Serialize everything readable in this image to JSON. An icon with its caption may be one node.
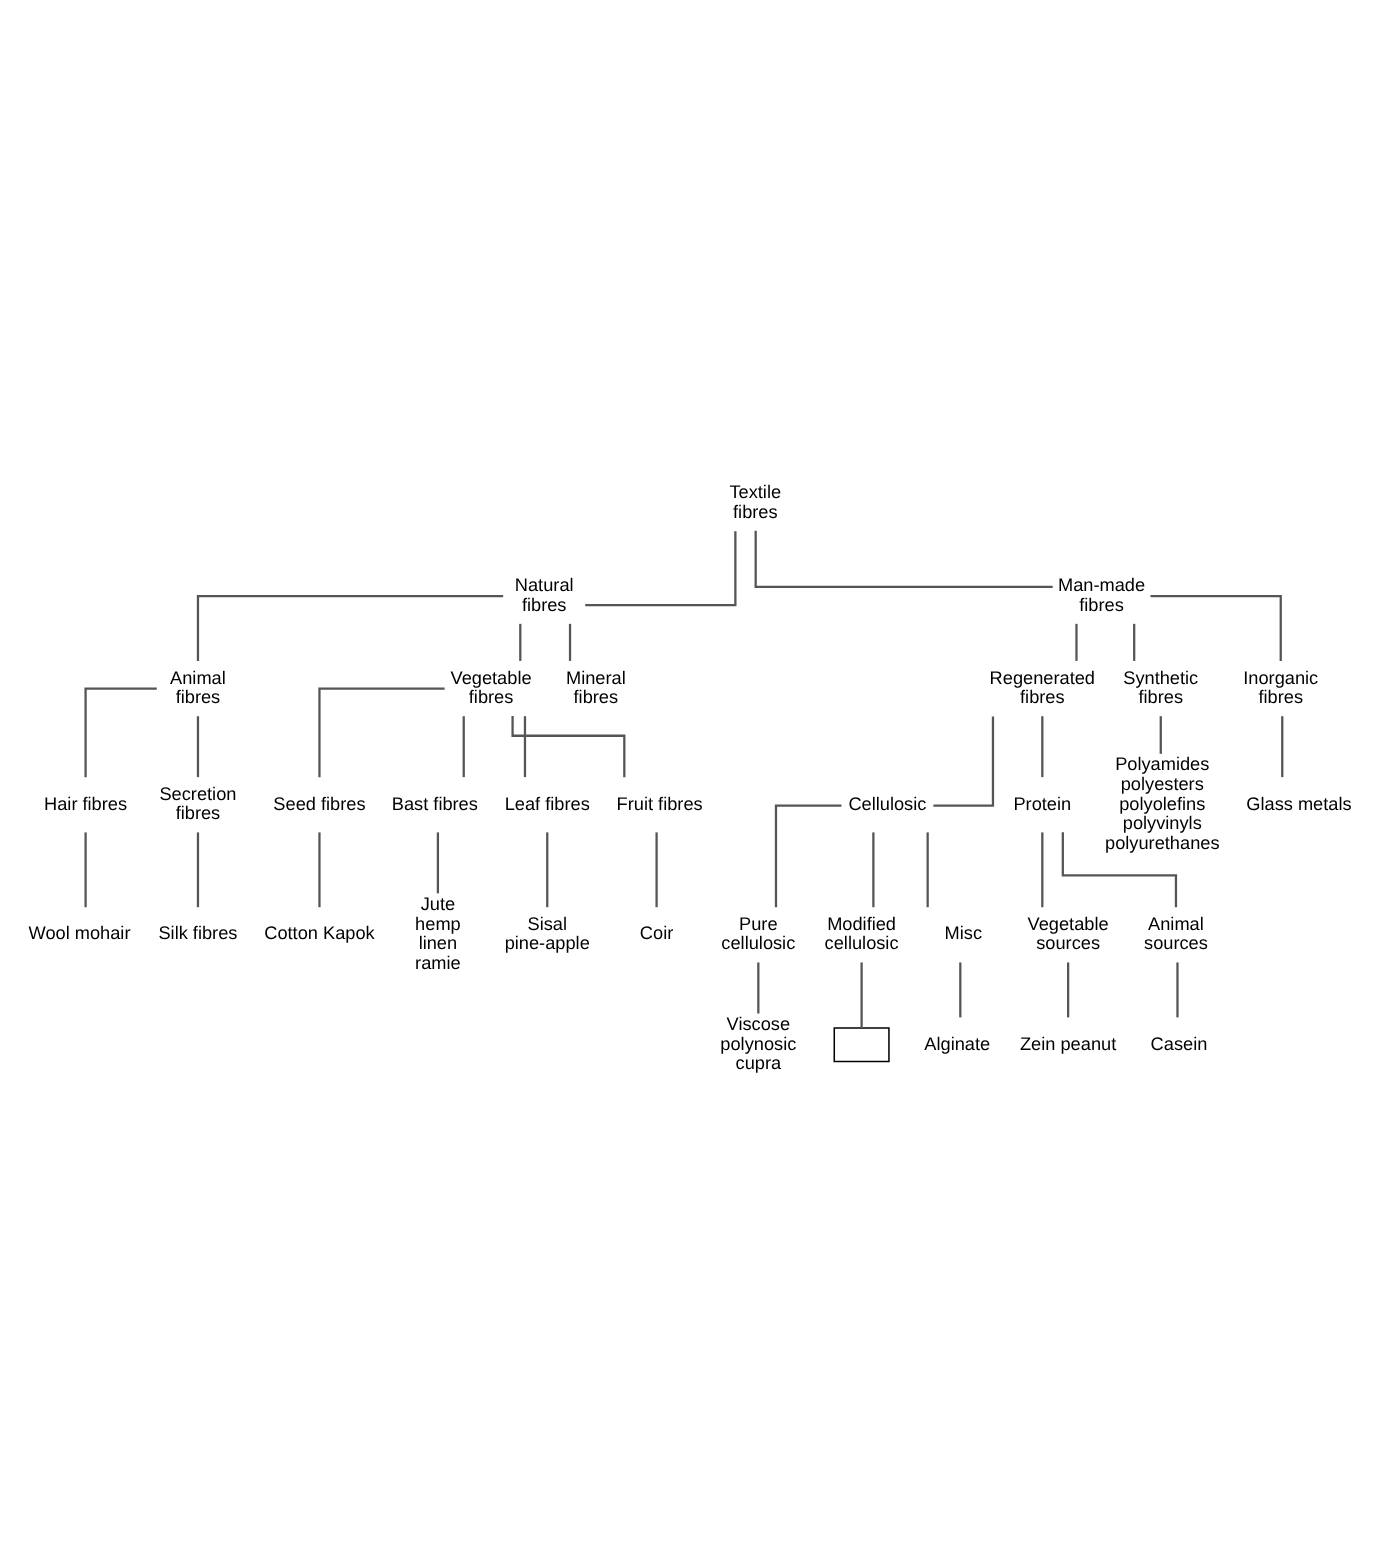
{
  "diagram": {
    "nodes": [
      {
        "text": [
          "Textile fibres"
        ]
      },
      {
        "text": [
          "Natural fibres"
        ]
      },
      {
        "text": [
          "Man-made fibres"
        ]
      },
      {
        "text": [
          "Animal fibres"
        ]
      },
      {
        "text": [
          "Vegetable fibres"
        ]
      },
      {
        "text": [
          "Mineral fibres"
        ]
      },
      {
        "text": [
          "Regenerated fibres"
        ]
      },
      {
        "text": [
          "Synthetic fibres"
        ]
      },
      {
        "text": [
          "Inorganic fibres"
        ]
      },
      {
        "text": [
          "Glass metals"
        ]
      },
      {
        "text": [
          "Hair fibres"
        ]
      },
      {
        "text": [
          "Secretion fibres"
        ]
      },
      {
        "text": [
          "Cellulosic"
        ]
      },
      {
        "text": [
          "Protein"
        ]
      },
      {
        "text": [
          "Wool mohair"
        ]
      },
      {
        "text": [
          "Silk fibres"
        ]
      },
      {
        "text": [
          "Seed fibres"
        ]
      },
      {
        "text": [
          "Bast fibres"
        ]
      },
      {
        "text": [
          "Leaf fibres"
        ]
      },
      {
        "text": [
          "Fruit fibres"
        ]
      },
      {
        "text": [
          "Vegetable sources"
        ]
      },
      {
        "text": [
          "Animal sources"
        ]
      },
      {
        "text": [
          "Polyamides polyesters polyolefins polyvinyls polyurethanes"
        ]
      },
      {
        "text": [
          "Cotton Kapok"
        ]
      },
      {
        "text": [
          "Jute hemp linen ramie"
        ]
      },
      {
        "text": [
          "Sisal pine-apple"
        ]
      },
      {
        "text": [
          "Coir"
        ]
      },
      {
        "text": [
          "Zein peanut"
        ]
      },
      {
        "text": [
          "Casein"
        ]
      },
      {
        "text": [
          "Pure cellulosic"
        ]
      },
      {
        "text": [
          "Modified cellulosic"
        ]
      },
      {
        "text": [
          "Misc"
        ]
      },
      {
        "text": [
          "Viscose polynosic cupra"
        ]
      },
      {
        "text": [],
        "shape": "box"
      },
      {
        "text": [
          "Alginate"
        ]
      }
    ],
    "edges": [
      {
        "from": 0,
        "to": 1,
        "arrow": "none"
      },
      {
        "from": 0,
        "to": 2,
        "arrow": "none"
      },
      {
        "from": 1,
        "to": 3,
        "arrow": "none"
      },
      {
        "from": 1,
        "to": 4,
        "arrow": "none"
      },
      {
        "from": 1,
        "to": 5,
        "arrow": "none"
      },
      {
        "from": 2,
        "to": 6,
        "arrow": "none"
      },
      {
        "from": 2,
        "to": 7,
        "arrow": "none"
      },
      {
        "from": 2,
        "to": 8,
        "arrow": "none"
      },
      {
        "from": 8,
        "to": 9,
        "arrow": "none"
      },
      {
        "from": 3,
        "to": 10,
        "arrow": "none"
      },
      {
        "from": 3,
        "to": 11,
        "arrow": "none"
      },
      {
        "from": 6,
        "to": 12,
        "arrow": "none"
      },
      {
        "from": 6,
        "to": 13,
        "arrow": "none"
      },
      {
        "from": 10,
        "to": 14,
        "arrow": "none"
      },
      {
        "from": 11,
        "to": 15,
        "arrow": "none"
      },
      {
        "from": 4,
        "to": 16,
        "arrow": "none"
      },
      {
        "from": 4,
        "to": 17,
        "arrow": "none"
      },
      {
        "from": 4,
        "to": 18,
        "arrow": "none"
      },
      {
        "from": 4,
        "to": 19,
        "arrow": "none"
      },
      {
        "from": 13,
        "to": 20,
        "arrow": "none"
      },
      {
        "from": 13,
        "to": 21,
        "arrow": "none"
      },
      {
        "from": 7,
        "to": 22,
        "arrow": "none"
      },
      {
        "from": 16,
        "to": 23,
        "arrow": "none"
      },
      {
        "from": 17,
        "to": 24,
        "arrow": "none"
      },
      {
        "from": 18,
        "to": 25,
        "arrow": "none"
      },
      {
        "from": 19,
        "to": 26,
        "arrow": "none"
      },
      {
        "from": 20,
        "to": 27,
        "arrow": "none"
      },
      {
        "from": 21,
        "to": 28,
        "arrow": "none"
      },
      {
        "from": 12,
        "to": 29,
        "arrow": "none"
      },
      {
        "from": 12,
        "to": 30,
        "arrow": "none"
      },
      {
        "from": 12,
        "to": 31,
        "arrow": "none"
      },
      {
        "from": 29,
        "to": 32,
        "arrow": "none"
      },
      {
        "from": 30,
        "to": 33,
        "arrow": "none"
      },
      {
        "from": 31,
        "to": 34,
        "arrow": "none"
      }
    ]
  }
}
